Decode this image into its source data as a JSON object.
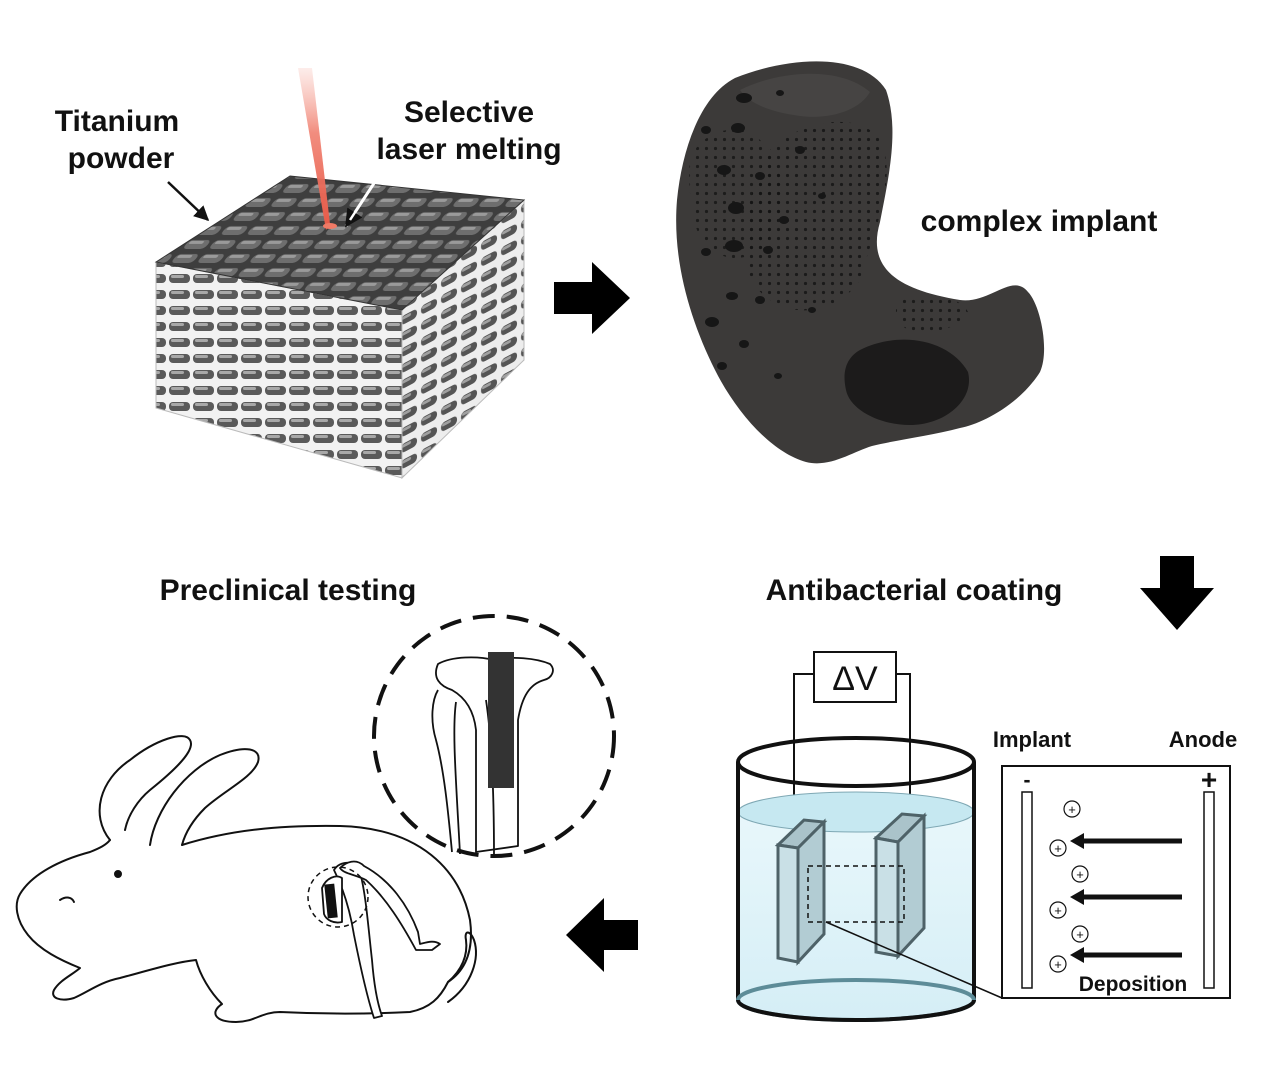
{
  "labels": {
    "titanium_line1": "Titanium",
    "titanium_line2": "powder",
    "slm_line1": "Selective",
    "slm_line2": "laser melting",
    "complex_implant": "complex implant",
    "preclinical": "Preclinical testing",
    "antibacterial": "Antibacterial coating",
    "voltage": "ΔV",
    "implant": "Implant",
    "anode": "Anode",
    "minus": "-",
    "plus": "+",
    "deposition": "Deposition",
    "ion": "+"
  },
  "colors": {
    "laser": "#f08070",
    "block_top": "#4a4a4a",
    "block_stripe": "#d8d8d8",
    "implant": "#3c3a39",
    "liquid": "#e3f5fb",
    "liquid_top": "#c2e6ef",
    "electrode": "#5a6a70"
  },
  "icons": [
    "arrow-right-icon",
    "arrow-down-icon",
    "arrow-left-icon",
    "rabbit-outline",
    "tibia-bone",
    "beaker"
  ]
}
